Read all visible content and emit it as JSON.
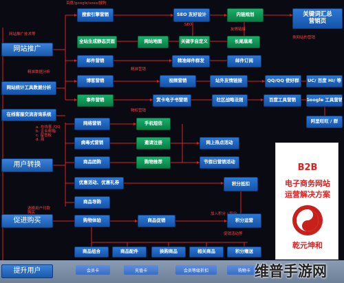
{
  "top_label": "百度/google/soso/搜狗",
  "boxes": {
    "search_engine_marketing": "搜索引擎营销",
    "seo_friendly_design": "SEO 友好设计",
    "internal_link_planning": "内链规划",
    "keyword_summary": "关键词汇总\n营销页",
    "whole_site_static_pages": "全站生成静态页面",
    "site_map": "网站地图",
    "keyword_density": "关键字自定义",
    "long_tail_keywords": "长尾扇尾",
    "email_marketing": "邮件营销",
    "precise_email": "精准邮件群发",
    "email_subscription": "邮件订阅",
    "blog_marketing": "博客营销",
    "video_marketing": "视频营销",
    "outside_friendly_links": "站外友情链接",
    "qq_msn": "QQ/QQ 使好群",
    "uc_baidu_hi": "UC/ 百度 HI/ 等",
    "event_marketing": "事件营销",
    "ebook_marketing": "赏卡电子书营销",
    "community_strategy": "社区战略法则",
    "baidu_tools": "百度工具营销",
    "google_tools": "Google 工具营销",
    "aliwangwang": "阿里旺旺 / 群",
    "web_marketing": "网络营销",
    "phone_sms": "手机短信",
    "viral_marketing": "病毒式营销",
    "invite_register": "邀请注册",
    "online_hot_activity": "网上热点活动",
    "product_group_buy": "商品团购",
    "purchase_recommend": "购物推荐",
    "holiday_activity": "节假日营销活动",
    "coupons_gifts": "优惠活动、优惠礼券",
    "points_deduct": "积分抵扣",
    "product_guide": "商品导购",
    "shopping_experience": "购物体验",
    "product_promotion": "商品促销",
    "points_operation": "积分运营",
    "product_combo": "商品组合",
    "product_accessories": "商品配件",
    "exchange_goods": "换购商品",
    "related_goods": "相关商品",
    "points_gift": "积分赠送"
  },
  "categories": {
    "site_promotion": "网站推广",
    "stats_tool": "网站统计工具数据分析",
    "online_service": "在线客服交流咨询系统",
    "user_conversion": "用户转换",
    "promote_purchase": "促进购买",
    "improve_users": "提升用户"
  },
  "labels": {
    "site_promotion_tech": "网站推广技术等",
    "seo": "SEO",
    "friendly_link": "友情链接",
    "site_category": "类网站的营销",
    "precise_user_analysis": "精准数据分析",
    "precise_marketing": "精准营销",
    "community_ops": "物权营销",
    "online_qq": "a. 在线客 /QQ\nb. 企业邮箱\nc. 留言板\nd. 商",
    "select_pay": "选择用户付款\n购买",
    "join_gifts": "加入积分 / 积分",
    "shopping_exp_label": "购物体验",
    "promotion_label": "促销活动等"
  },
  "footer": {
    "member_card": "会员卡",
    "recharge_card": "充值卡",
    "member_level": "会员等级折扣",
    "shopping_card": "购物卡"
  },
  "panel": {
    "b2b": "B2B",
    "line1": "电子商务网站",
    "line2": "运营解决方案",
    "brand": "乾元坤和"
  },
  "watermark": "维普手游网",
  "colors": {
    "green": "#0a7d46",
    "blue": "#1553a8",
    "red_line": "#e02020",
    "label_red": "#ff4040"
  }
}
